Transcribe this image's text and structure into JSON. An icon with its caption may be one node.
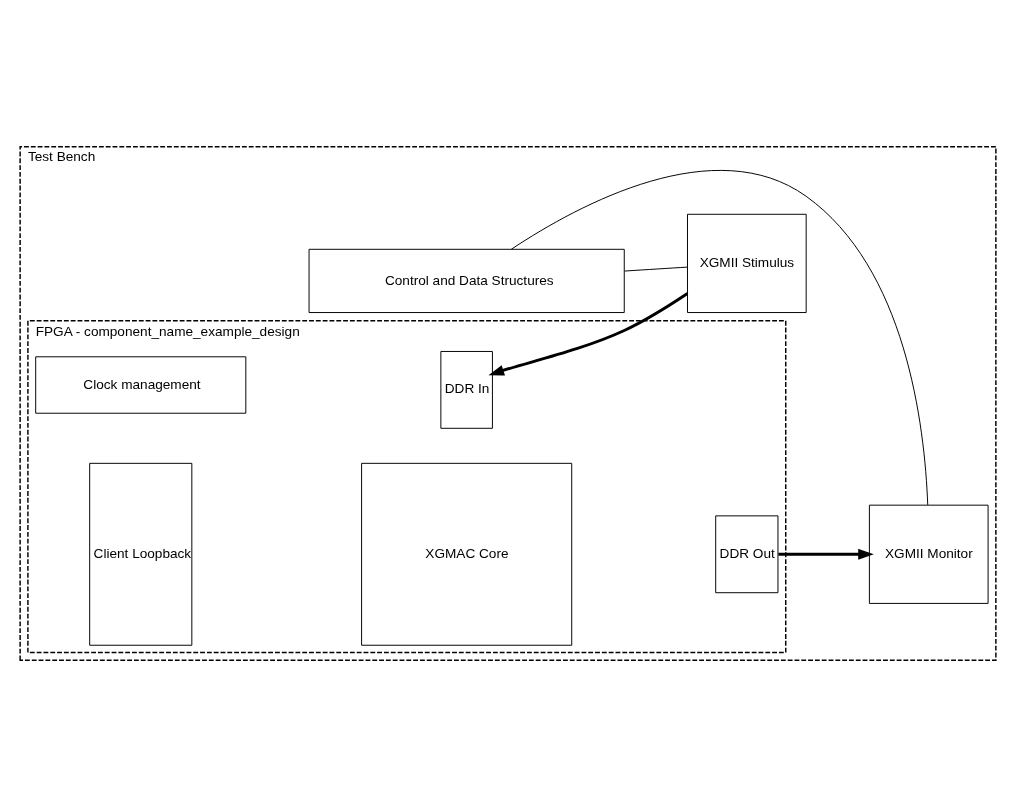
{
  "diagram": {
    "nodes": [
      {
        "text": [
          "Test Bench"
        ]
      },
      {
        "text": [
          "FPGA - component_name_example_design"
        ],
        "in": 0
      },
      {
        "text": [
          "Client Loopback"
        ],
        "in": 1
      },
      {
        "text": [
          "XGMAC Core"
        ],
        "in": 1
      },
      {
        "text": [
          "DDR Out"
        ],
        "in": 1
      },
      {
        "text": [
          "DDR In"
        ],
        "in": 1
      },
      {
        "text": [
          "Clock management"
        ],
        "in": 1
      },
      {
        "text": [
          "XGMII Monitor"
        ],
        "in": 0
      },
      {
        "text": [
          "XGMII Stimulus"
        ],
        "in": 0
      },
      {
        "text": [
          "Control and Data Structures"
        ],
        "in": 0
      }
    ],
    "edges": [
      {
        "from": 4,
        "to": 7,
        "arrow": "to",
        "style": "thick"
      },
      {
        "from": 8,
        "to": 5,
        "arrow": "to",
        "style": "thick"
      },
      {
        "from": 7,
        "to": 9,
        "arrow": "none"
      },
      {
        "from": 8,
        "to": 9,
        "arrow": "none"
      }
    ]
  }
}
